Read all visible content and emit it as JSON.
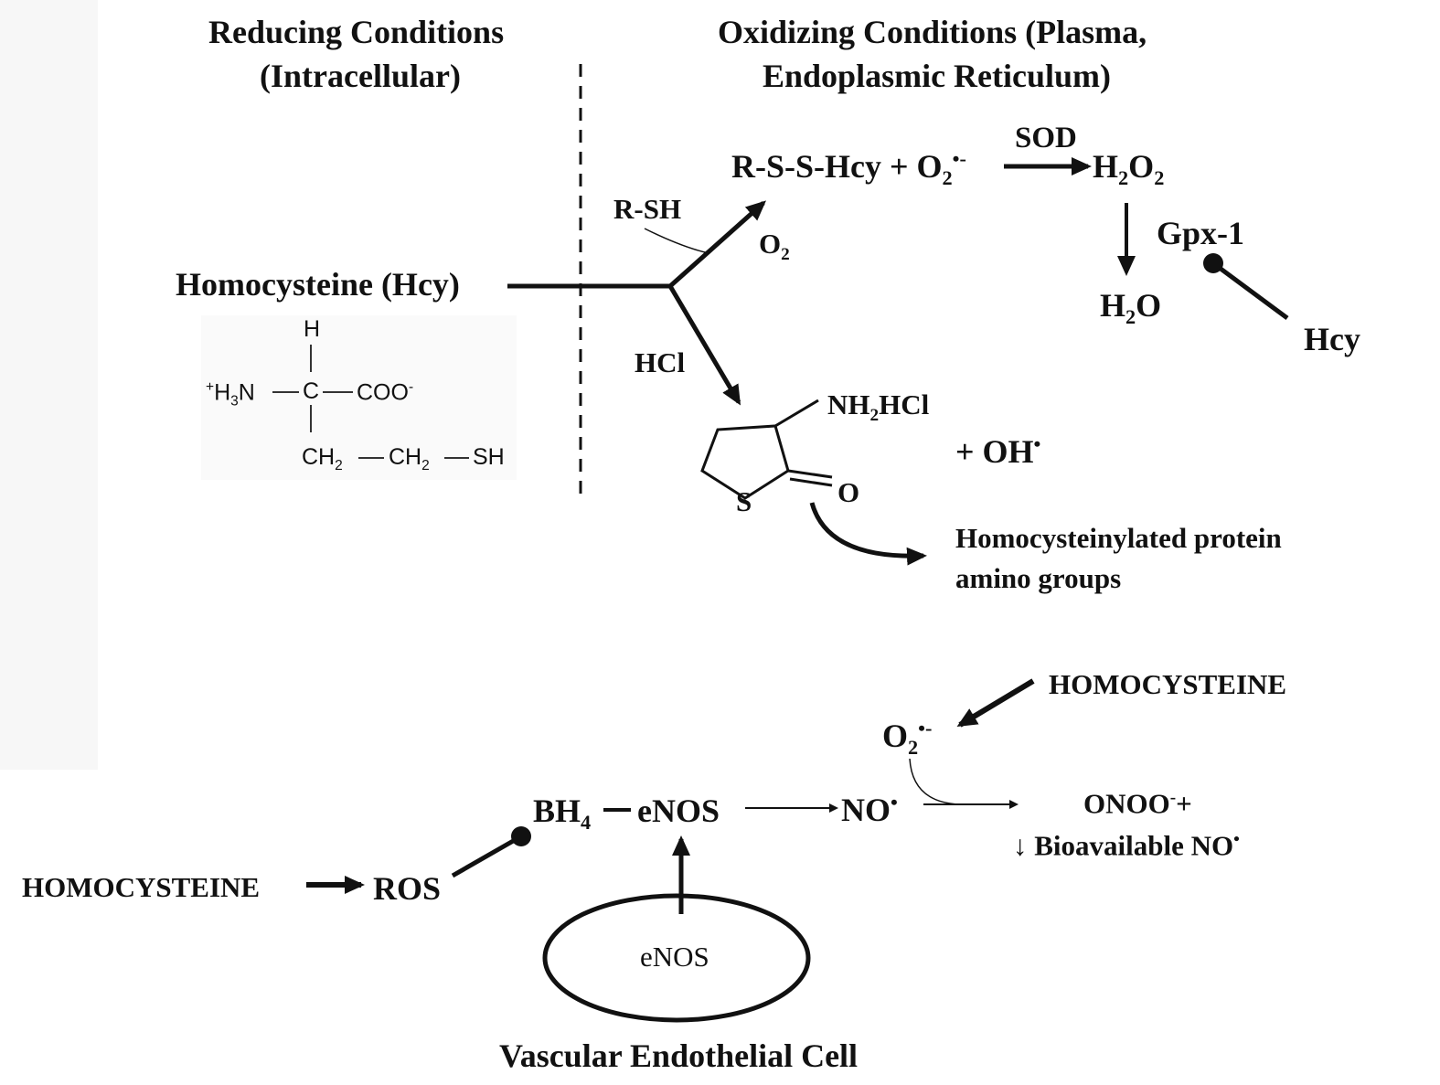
{
  "header": {
    "left_line1": "Reducing Conditions",
    "left_line2": "(Intracellular)",
    "right_line1": "Oxidizing Conditions (Plasma,",
    "right_line2": "Endoplasmic Reticulum)"
  },
  "top": {
    "hcy": "Homocysteine (Hcy)",
    "rssh_left": "R-S-S-Hcy + O",
    "sod": "SOD",
    "h2o2": "H",
    "rsh": "R-SH",
    "o2": "O",
    "gpx": "Gpx-1",
    "h2o": "H",
    "hcy_inhibitor": "Hcy",
    "hcl": "HCl",
    "nh2hcl": "NH",
    "hcl_part": "HCl",
    "oh": "+ OH",
    "s_atom": "S",
    "o_atom": "O",
    "protein_line1": "Homocysteinylated protein",
    "protein_line2": "amino groups"
  },
  "molecule": {
    "h": "H",
    "h3n": "H",
    "c": "C",
    "coo": "COO",
    "ch2a": "CH",
    "ch2b": "CH",
    "sh": "SH"
  },
  "bottom": {
    "homocysteine_right": "HOMOCYSTEINE",
    "o2": "O",
    "bh4": "BH",
    "enos_top": "eNOS",
    "no": "NO",
    "onoo": "ONOO",
    "bioavailable": "Bioavailable NO",
    "homocysteine_left": "HOMOCYSTEINE",
    "ros": "ROS",
    "enos_cell": "eNOS",
    "cell_label": "Vascular Endothelial Cell"
  },
  "colors": {
    "ink": "#111111",
    "panel": "#f7f7f7"
  }
}
